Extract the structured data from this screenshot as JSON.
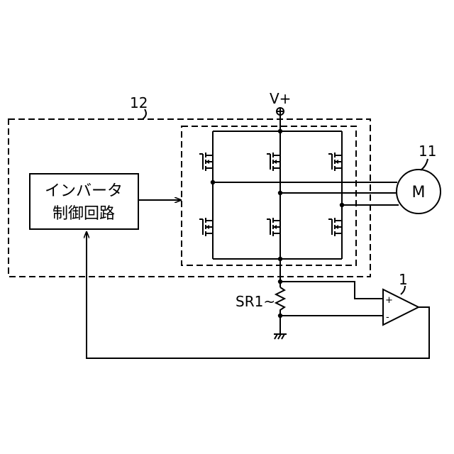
{
  "labels": {
    "block_ref": "12",
    "supply": "V+",
    "motor_ref": "11",
    "motor": "M",
    "controller_line1": "インバータ",
    "controller_line2": "制御回路",
    "shunt": "SR1~",
    "amp_ref": "1",
    "amp_plus": "+",
    "amp_minus": "-"
  }
}
